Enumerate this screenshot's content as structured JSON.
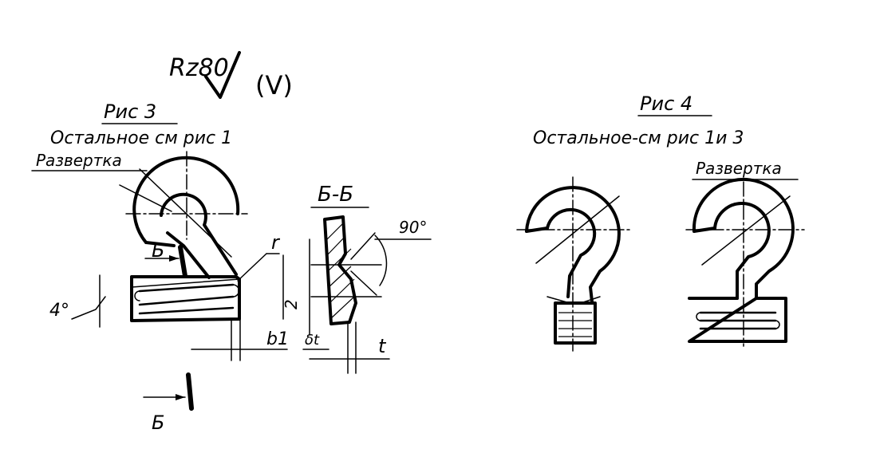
{
  "roughness": {
    "value": "Rz80",
    "bracket_symbol": "(V)"
  },
  "fig3": {
    "title": "Рис 3",
    "subtitle": "Остальное см рис 1",
    "unfolded_label": "Развертка",
    "section_mark": "Б",
    "angle_label": "4°",
    "radius_label": "r",
    "dim_2": "2",
    "dim_b1": "b1",
    "section_title": "Б-Б",
    "angle_90": "90°",
    "dim_delta": "δt",
    "dim_t": "t"
  },
  "fig4": {
    "title": "Рис 4",
    "subtitle": "Остальное-см рис 1и 3",
    "unfolded_label": "Развертка"
  }
}
